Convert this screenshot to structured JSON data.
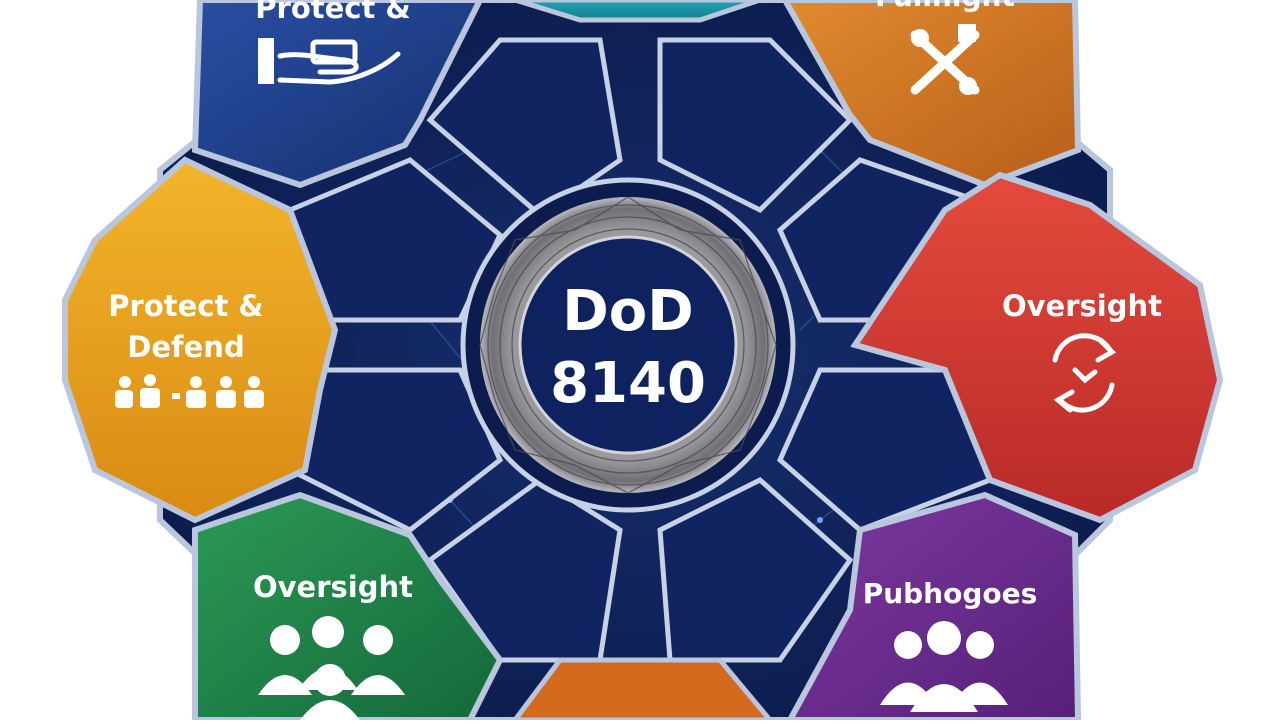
{
  "center": {
    "line1": "DoD",
    "line2": "8140"
  },
  "segments": [
    {
      "id": "top-left",
      "label_lines": [
        "Protect &"
      ],
      "color": "#1f3f8e",
      "icon": "hand-icon"
    },
    {
      "id": "top",
      "label_lines": [],
      "color": "#1b8fa3",
      "icon": ""
    },
    {
      "id": "top-right",
      "label_lines": [
        "Fullnight"
      ],
      "color": "#d27a2a",
      "icon": "tools-icon"
    },
    {
      "id": "left",
      "label_lines": [
        "Protect &",
        "Defend"
      ],
      "color": "#e9a21f",
      "icon": "people-row-icon"
    },
    {
      "id": "right",
      "label_lines": [
        "Oversight"
      ],
      "color": "#d63a32",
      "icon": "cycle-arrows-icon"
    },
    {
      "id": "bottom-left",
      "label_lines": [
        "Oversight"
      ],
      "color": "#1f7a44",
      "icon": "team-icon"
    },
    {
      "id": "bottom",
      "label_lines": [],
      "color": "#d46a1e",
      "icon": ""
    },
    {
      "id": "bottom-right",
      "label_lines": [
        "Pubhogoes"
      ],
      "color": "#6a2a8a",
      "icon": "group-icon"
    }
  ]
}
